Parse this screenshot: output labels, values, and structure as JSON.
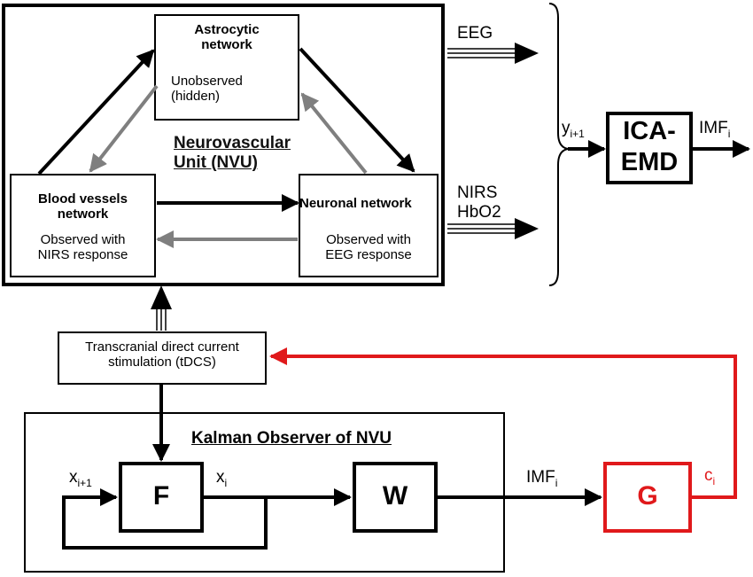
{
  "nvu": {
    "title": "Neurovascular",
    "title2": "Unit (NVU)",
    "astro": {
      "title1": "Astrocytic",
      "title2": "network",
      "desc1": "Unobserved",
      "desc2": "(hidden)"
    },
    "blood": {
      "title1": "Blood vessels",
      "title2": "network",
      "desc1": "Observed with",
      "desc2": "NIRS response"
    },
    "neuro": {
      "title1": "Neuronal network",
      "desc1": "Observed with",
      "desc2": "EEG response"
    }
  },
  "outputs": {
    "eeg": "EEG",
    "nirs1": "NIRS",
    "nirs2": "HbO2"
  },
  "ica": {
    "label1": "ICA-",
    "label2": "EMD",
    "input": "y",
    "input_sub": "i+1",
    "output": "IMF",
    "output_sub": "i"
  },
  "tdcs": {
    "line1": "Transcranial direct current",
    "line2": "stimulation (tDCS)"
  },
  "kalman": {
    "title": "Kalman Observer of NVU",
    "f": "F",
    "w": "W",
    "x_next": "x",
    "x_next_sub": "i+1",
    "x_cur": "x",
    "x_cur_sub": "i",
    "imf": "IMF",
    "imf_sub": "i"
  },
  "controller": {
    "g": "G",
    "c": "c",
    "c_sub": "i"
  },
  "colors": {
    "feedback": "#e0191b",
    "gray_arrow": "#7f7f7f",
    "line": "#000000"
  }
}
